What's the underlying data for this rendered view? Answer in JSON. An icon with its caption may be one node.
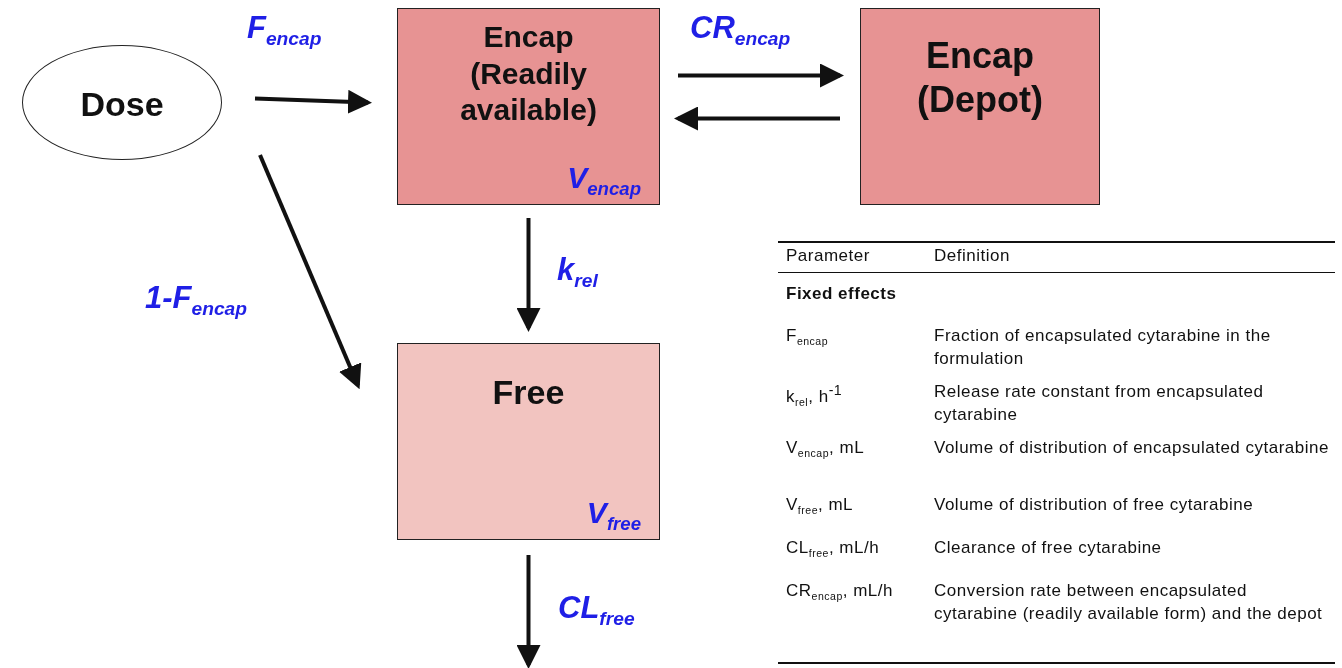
{
  "diagram": {
    "nodes": [
      {
        "text": [
          "Dose"
        ]
      },
      {
        "text": [
          "Encap (Readily available)",
          "V$_{encap}$"
        ]
      },
      {
        "text": [
          "Encap (Depot)"
        ]
      },
      {
        "text": [
          "Free",
          "V$_{free}$"
        ]
      }
    ],
    "edges": [
      {
        "from": 0,
        "to": 1,
        "arrow": "to",
        "label": "F$_{encap}$"
      },
      {
        "from": 1,
        "to": 2,
        "arrow": "to",
        "label": "CR$_{encap}$"
      },
      {
        "from": 2,
        "to": 1,
        "arrow": "to"
      },
      {
        "from": 1,
        "to": 3,
        "arrow": "to",
        "label": "k$_{rel}$"
      },
      {
        "from": 0,
        "to": 3,
        "arrow": "to",
        "label": "1-F$_{encap}$"
      },
      {
        "from": 3,
        "to": null,
        "arrow": "to",
        "label": "CL$_{free}$"
      }
    ],
    "labels": [
      "Parameter",
      "Definition",
      "Fixed effects",
      "F$_{encap}$",
      "Fraction of encapsulated cytarabine in the formulation",
      "k$_{rel}$, h$^{-1}$",
      "Release rate constant from encapsulated cytarabine",
      "V$_{encap}$, mL",
      "Volume of distribution of encapsulated cytarabine",
      "V$_{free}$, mL",
      "Volume of distribution of free cytarabine",
      "CL$_{free}$, mL/h",
      "Clearance of free cytarabine",
      "CR$_{encap}$, mL/h",
      "Conversion rate between encapsulated cytarabine (readily available form) and the depot"
    ]
  }
}
